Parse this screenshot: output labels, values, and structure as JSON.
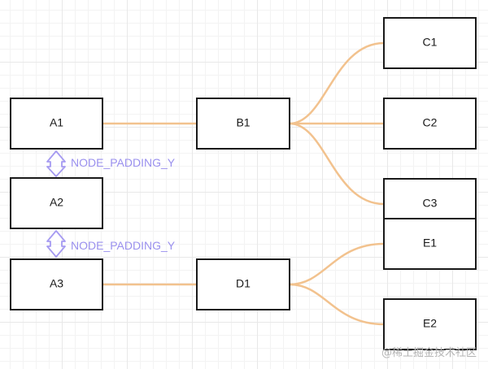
{
  "diagram": {
    "nodes": {
      "a1": {
        "label": "A1"
      },
      "a2": {
        "label": "A2"
      },
      "a3": {
        "label": "A3"
      },
      "b1": {
        "label": "B1"
      },
      "c1": {
        "label": "C1"
      },
      "c2": {
        "label": "C2"
      },
      "c3": {
        "label": "C3"
      },
      "d1": {
        "label": "D1"
      },
      "e1": {
        "label": "E1"
      },
      "e2": {
        "label": "E2"
      }
    },
    "padding_labels": {
      "first": "NODE_PADDING_Y",
      "second": "NODE_PADDING_Y"
    },
    "colors": {
      "edge": "#f2c28e",
      "padding": "#a69bf2",
      "node_border": "#1a1a1a"
    }
  },
  "watermark": "@稀土掘金技术社区"
}
